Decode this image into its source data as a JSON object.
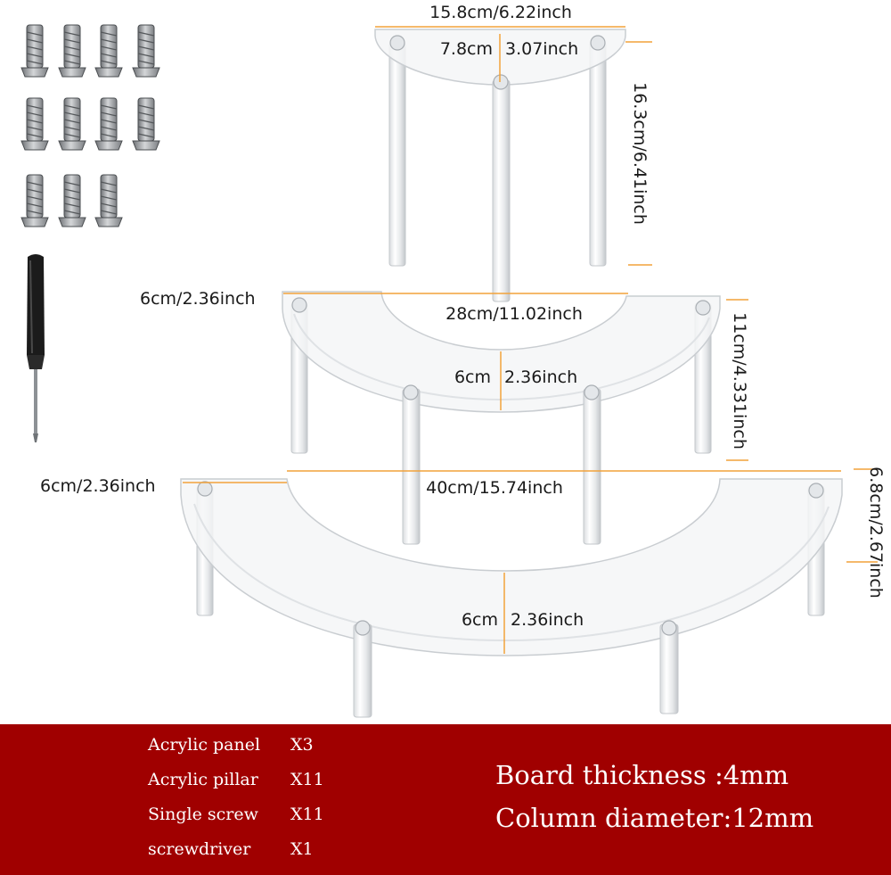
{
  "dimensions": {
    "top_width": "15.8cm/6.22inch",
    "top_depth": "7.8cm",
    "top_depth_in": "3.07inch",
    "top_height": "16.3cm/6.41inch",
    "mid_arm": "6cm/2.36inch",
    "mid_width": "28cm/11.02inch",
    "mid_depth": "6cm",
    "mid_depth_in": "2.36inch",
    "mid_height": "11cm/4.331inch",
    "bottom_arm": "6cm/2.36inch",
    "bottom_width": "40cm/15.74inch",
    "bottom_depth": "6cm",
    "bottom_depth_in": "2.36inch",
    "bottom_height": "6.8cm/2.67inch"
  },
  "parts": [
    {
      "name": "Acrylic panel",
      "qty": "X3"
    },
    {
      "name": "Acrylic pillar",
      "qty": "X11"
    },
    {
      "name": "Single screw",
      "qty": "X11"
    },
    {
      "name": "screwdriver",
      "qty": "X1"
    }
  ],
  "specs": {
    "thickness": "Board thickness :4mm",
    "diameter": "Column diameter:12mm"
  },
  "colors": {
    "banner": "#a00000",
    "dimension_line": "#f2a23a",
    "acrylic_edge": "#c9cdd1"
  }
}
